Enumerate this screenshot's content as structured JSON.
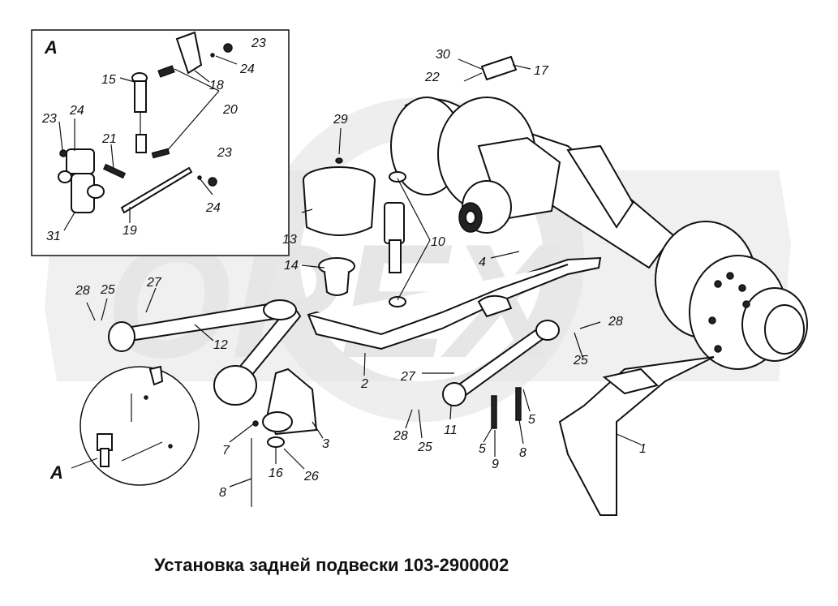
{
  "caption": "Установка задней подвески 103-2900002",
  "inset_label": "А",
  "callout_label": "А",
  "callouts": {
    "c1": "1",
    "c2": "2",
    "c3": "3",
    "c4": "4",
    "c5a": "5",
    "c5b": "5",
    "c7": "7",
    "c8a": "8",
    "c8b": "8",
    "c9": "9",
    "c10": "10",
    "c11": "11",
    "c12": "12",
    "c13": "13",
    "c14": "14",
    "c15": "15",
    "c16": "16",
    "c17": "17",
    "c18": "18",
    "c19": "19",
    "c20": "20",
    "c21": "21",
    "c22": "22",
    "c23a": "23",
    "c23b": "23",
    "c23c": "23",
    "c24a": "24",
    "c24b": "24",
    "c24c": "24",
    "c25a": "25",
    "c25b": "25",
    "c25c": "25",
    "c26": "26",
    "c27a": "27",
    "c27b": "27",
    "c28a": "28",
    "c28b": "28",
    "c28c": "28",
    "c29": "29",
    "c30": "30",
    "c31": "31"
  },
  "watermark_text": "ОРЕХ"
}
